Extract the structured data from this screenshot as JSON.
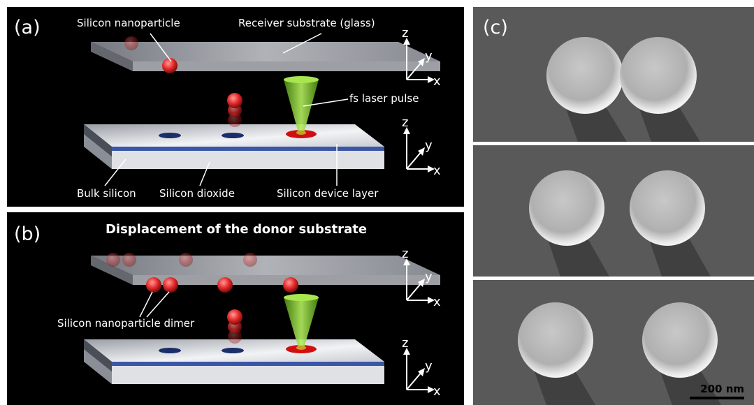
{
  "panel_a": {
    "letter": "(a)",
    "labels": {
      "nanoparticle": "Silicon nanoparticle",
      "receiver": "Receiver substrate (glass)",
      "laser": "fs laser pulse",
      "bulk": "Bulk silicon",
      "dioxide": "Silicon dioxide",
      "device": "Silicon device layer"
    }
  },
  "panel_b": {
    "letter": "(b)",
    "title": "Displacement of the donor substrate",
    "labels": {
      "dimer": "Silicon nanoparticle dimer"
    }
  },
  "axes": {
    "x": "x",
    "y": "y",
    "z": "z"
  },
  "panel_c": {
    "letter": "(c)",
    "scale_bar": "200 nm"
  },
  "colors": {
    "background": "#000000",
    "glass": "#c9ccd2",
    "silicon": "#e4e6ea",
    "oxide": "#3a56a8",
    "nanoparticle": "#e52a2a",
    "laser": "#7cc820",
    "sem_background": "#595959"
  },
  "icons": [
    "axis-triad-icon",
    "laser-cone-icon",
    "nanoparticle-sphere-icon"
  ]
}
